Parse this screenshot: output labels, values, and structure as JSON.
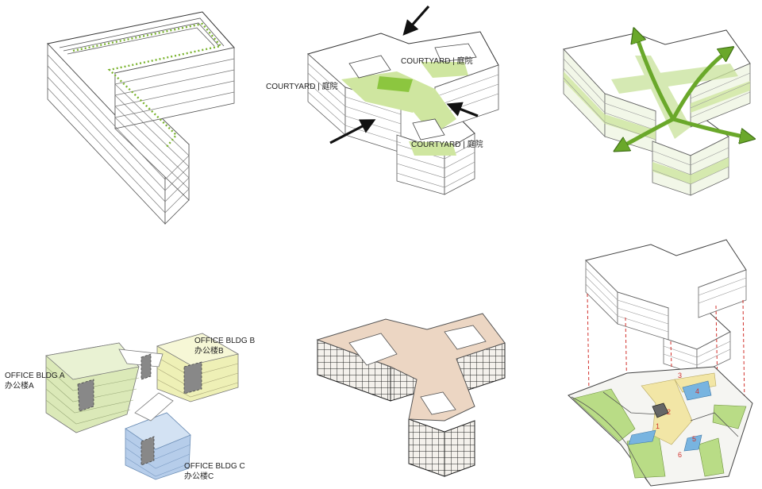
{
  "diagram_data": {
    "panels": [
      {
        "id": "circulation-loop"
      },
      {
        "id": "courtyards"
      },
      {
        "id": "view-axes"
      },
      {
        "id": "office-buildings"
      },
      {
        "id": "facade-massing"
      },
      {
        "id": "exploded-site"
      }
    ],
    "courtyard_labels": [
      "COURTYARD | 庭院",
      "COURTYARD | 庭院",
      "COURTYARD | 庭院"
    ],
    "offices": [
      {
        "en": "OFFICE BLDG A",
        "zh": "办公楼A",
        "color": "#dbe9b8"
      },
      {
        "en": "OFFICE BLDG B",
        "zh": "办公楼B",
        "color": "#eef0b6"
      },
      {
        "en": "OFFICE BLDG C",
        "zh": "办公楼C",
        "color": "#b6cdea"
      }
    ],
    "site_numbers": [
      "1",
      "2",
      "3",
      "4",
      "5",
      "6"
    ],
    "colors": {
      "green": "#8cc63f",
      "light_green": "#cfe6a0",
      "roof_tan": "#ecd6c3",
      "site_yellow": "#f2e6a6",
      "water_blue": "#78b4e0",
      "guide_red": "#d2322d"
    }
  }
}
